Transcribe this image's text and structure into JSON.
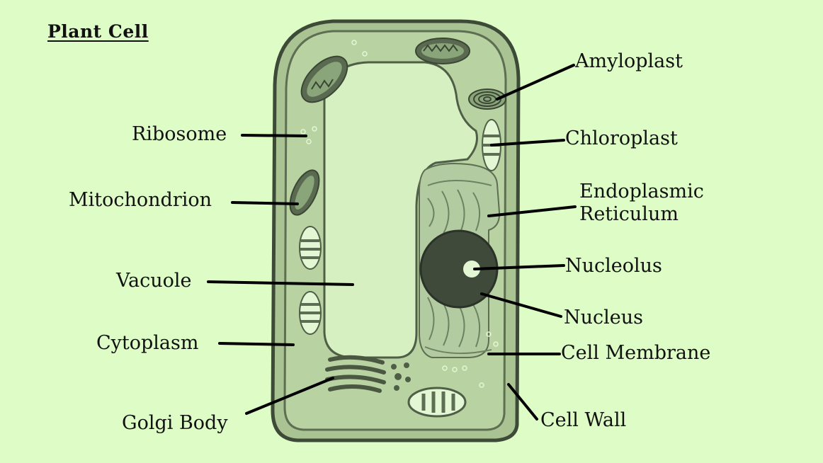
{
  "title": "Plant Cell",
  "labels": {
    "amyloplast": "Amyloplast",
    "ribosome": "Ribosome",
    "chloroplast": "Chloroplast",
    "mitochondrion": "Mitochondrion",
    "endoplasmic_reticulum_line1": "Endoplasmic",
    "endoplasmic_reticulum_line2": "Reticulum",
    "vacuole": "Vacuole",
    "nucleolus": "Nucleolus",
    "nucleus": "Nucleus",
    "cytoplasm": "Cytoplasm",
    "cell_membrane": "Cell Membrane",
    "golgi_body": "Golgi Body",
    "cell_wall": "Cell Wall"
  },
  "colors": {
    "background": "#ddfcc6",
    "cell_wall": "#3e4a38",
    "cytoplasm": "#b5cf9e",
    "vacuole": "#d6f0c0",
    "nucleus": "#3f4a3a",
    "organelle": "#8aa57a",
    "leader_line": "#000000"
  }
}
